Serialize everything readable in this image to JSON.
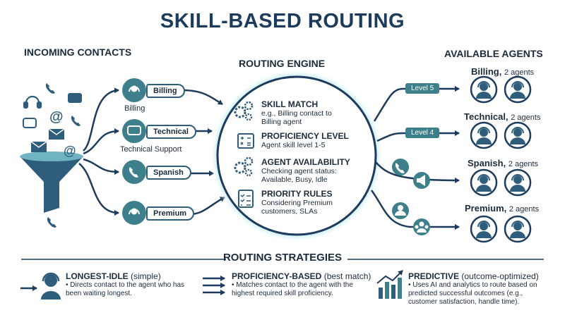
{
  "title": "SKILL-BASED ROUTING",
  "sections": {
    "incoming": "INCOMING CONTACTS",
    "engine": "ROUTING ENGINE",
    "agents": "AVAILABLE AGENTS",
    "strategies": "ROUTING STRATEGIES"
  },
  "contacts": [
    {
      "label": "Billing",
      "caption": "Billing",
      "icon": "headset-icon"
    },
    {
      "label": "Technical",
      "caption": "Technical Support",
      "icon": "chat-icon"
    },
    {
      "label": "Spanish",
      "caption": "",
      "icon": "phone-icon"
    },
    {
      "label": "Premium",
      "caption": "",
      "icon": "headset-icon"
    }
  ],
  "criteria": [
    {
      "title": "SKILL MATCH",
      "desc": "e.g., Billing contact to Billing agent",
      "icon": "gears-icon"
    },
    {
      "title": "PROFICIENCY LEVEL",
      "desc": "Agent skill level 1-5",
      "icon": "calculator-icon"
    },
    {
      "title": "AGENT AVAILABILITY",
      "desc": "Checking agent status: Available, Busy, Idle",
      "icon": "gears-icon"
    },
    {
      "title": "PRIORITY RULES",
      "desc": "Considering Premium customers, SLAs",
      "icon": "checklist-icon"
    }
  ],
  "levels": [
    "Level 5",
    "Level 4"
  ],
  "agent_groups": [
    {
      "name": "Billing,",
      "count": "2 agents"
    },
    {
      "name": "Technical,",
      "count": "2 agents"
    },
    {
      "name": "Spanish,",
      "count": "2 agents"
    },
    {
      "name": "Premium,",
      "count": "2 agents"
    }
  ],
  "strategies": [
    {
      "name": "LONGEST-IDLE",
      "qual": "(simple)",
      "desc": "• Directs contact to the agent who has been waiting longest.",
      "icon": "agent-headset-icon"
    },
    {
      "name": "PROFICIENCY-BASED",
      "qual": "(best match)",
      "desc": "• Matches contact to the agent with the highest required skill proficiency.",
      "icon": "arrows-icon"
    },
    {
      "name": "PREDICTIVE",
      "qual": "(outcome-optimized)",
      "desc": "• Uses AI and analytics to route based on predicted successful outcomes (e.g., customer satisfaction, handle time).",
      "icon": "bar-chart-icon"
    }
  ],
  "colors": {
    "navy": "#1d3b5c",
    "teal": "#3d7f8a",
    "dark": "#1c2b3a",
    "glow": "#bfe9ef"
  }
}
